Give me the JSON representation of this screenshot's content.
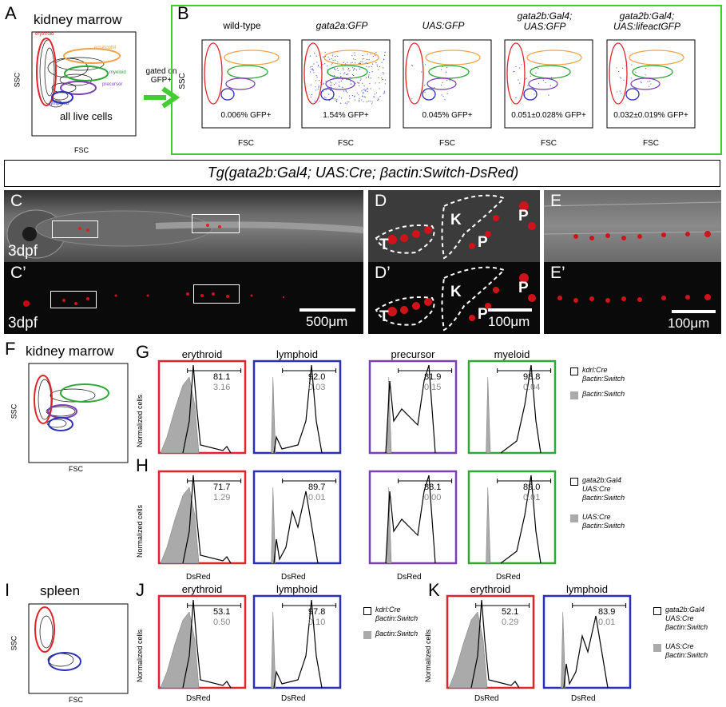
{
  "panels": {
    "A": {
      "label": "A",
      "title": "kidney marrow",
      "subtitle": "all live cells",
      "x": "FSC",
      "y": "SSC",
      "gates": [
        "erythroid",
        "eosinophil",
        "myeloid",
        "precursor",
        "lymphoid"
      ],
      "gated_on": "gated on GFP+"
    },
    "B": {
      "label": "B",
      "plots": [
        {
          "title": "wild-type",
          "value": "0.006% GFP+",
          "italic": false
        },
        {
          "title": "gata2a:GFP",
          "value": "1.54% GFP+",
          "italic": true
        },
        {
          "title": "UAS:GFP",
          "value": "0.045% GFP+",
          "italic": true
        },
        {
          "title": "gata2b:Gal4;\nUAS:GFP",
          "value": "0.051±0.028% GFP+",
          "italic": true
        },
        {
          "title": "gata2b:Gal4;\nUAS:lifeactGFP",
          "value": "0.032±0.019% GFP+",
          "italic": true
        }
      ],
      "x": "FSC",
      "y": "SSC"
    },
    "banner": "Tg(gata2b:Gal4; UAS:Cre; βactin:Switch-DsRed)",
    "C": {
      "label": "C",
      "sub": "3dpf"
    },
    "C2": {
      "label": "C’",
      "sub": "3dpf",
      "scale": "500μm"
    },
    "D": {
      "label": "D",
      "marks": [
        "T",
        "K",
        "P",
        "P"
      ]
    },
    "D2": {
      "label": "D’",
      "marks": [
        "T",
        "K",
        "P",
        "P"
      ],
      "scale": "100μm"
    },
    "E": {
      "label": "E"
    },
    "E2": {
      "label": "E’",
      "scale": "100μm"
    },
    "F": {
      "label": "F",
      "title": "kidney marrow",
      "x": "FSC",
      "y": "SSC"
    },
    "G": {
      "label": "G",
      "cols": [
        "erythroid",
        "lymphoid",
        "precursor",
        "myeloid"
      ],
      "top": [
        "81.1",
        "92.0",
        "81.9",
        "98.8"
      ],
      "bot": [
        "3.16",
        "0.03",
        "0.15",
        "0.04"
      ],
      "legend": [
        "kdrl:Cre βactin:Switch",
        "βactin:Switch"
      ],
      "ylabel": "Normalized cells"
    },
    "H": {
      "label": "H",
      "top": [
        "71.7",
        "89.7",
        "88.1",
        "89.0"
      ],
      "bot": [
        "1.29",
        "0.01",
        "0.00",
        "0.01"
      ],
      "legend": [
        "gata2b:Gal4 UAS:Cre βactin:Switch",
        "UAS:Cre βactin:Switch"
      ],
      "ylabel": "Normalized cells",
      "xlabel": "DsRed"
    },
    "I": {
      "label": "I",
      "title": "spleen",
      "x": "FSC",
      "y": "SSC"
    },
    "J": {
      "label": "J",
      "cols": [
        "erythroid",
        "lymphoid"
      ],
      "top": [
        "53.1",
        "97.8"
      ],
      "bot": [
        "0.50",
        "0.10"
      ],
      "legend": [
        "kdrl:Cre βactin:Switch",
        "βactin:Switch"
      ],
      "ylabel": "Normalized cells",
      "xlabel": "DsRed"
    },
    "K": {
      "label": "K",
      "cols": [
        "erythroid",
        "lymphoid"
      ],
      "top": [
        "52.1",
        "83.9"
      ],
      "bot": [
        "0.29",
        "0.01"
      ],
      "legend": [
        "gata2b:Gal4 UAS:Cre βactin:Switch",
        "UAS:Cre βactin:Switch"
      ],
      "ylabel": "Normalized cells",
      "xlabel": "DsRed"
    }
  },
  "colors": {
    "red": "#e0242b",
    "blue": "#2b2fb5",
    "purple": "#7a3fb0",
    "green": "#2fa838",
    "orange": "#f0a34a",
    "gfpgreen": "#44cc33"
  }
}
